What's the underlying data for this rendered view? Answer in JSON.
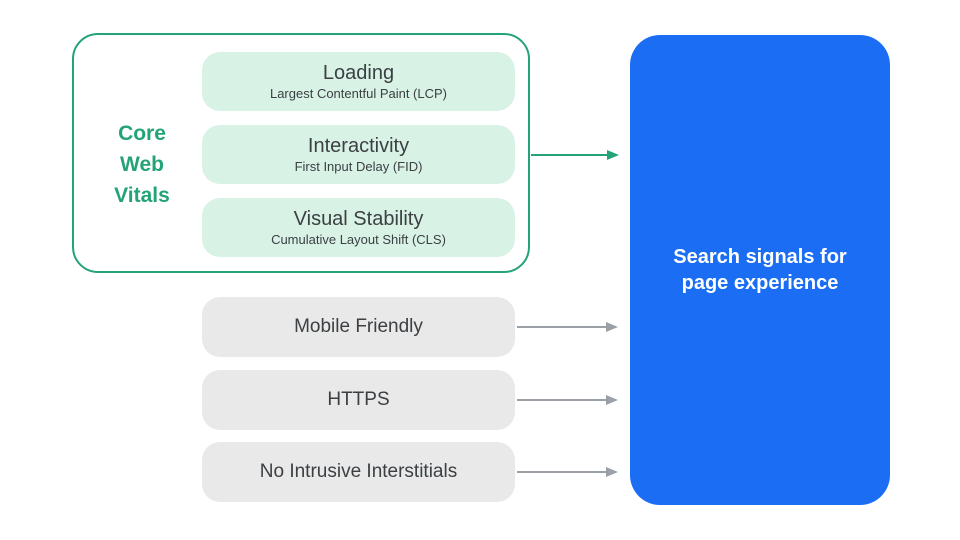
{
  "diagram": {
    "title": "Search signals for page experience",
    "core_web_vitals": {
      "label": "Core Web Vitals",
      "items": [
        {
          "title": "Loading",
          "subtitle": "Largest Contentful Paint (LCP)"
        },
        {
          "title": "Interactivity",
          "subtitle": "First Input Delay (FID)"
        },
        {
          "title": "Visual Stability",
          "subtitle": "Cumulative Layout Shift (CLS)"
        }
      ]
    },
    "other_signals": [
      {
        "label": "Mobile Friendly"
      },
      {
        "label": "HTTPS"
      },
      {
        "label": "No Intrusive Interstitials"
      }
    ],
    "result": {
      "label": "Search signals for page experience"
    },
    "colors": {
      "accent_green": "#24a476",
      "pill_green": "#d9f2e6",
      "pill_gray": "#e9e9ea",
      "text_dark": "#3b4043",
      "arrow_gray": "#9aa0a6",
      "result_blue": "#1b6ef3",
      "result_text": "#ffffff",
      "canvas_bg": "#ffffff"
    }
  }
}
